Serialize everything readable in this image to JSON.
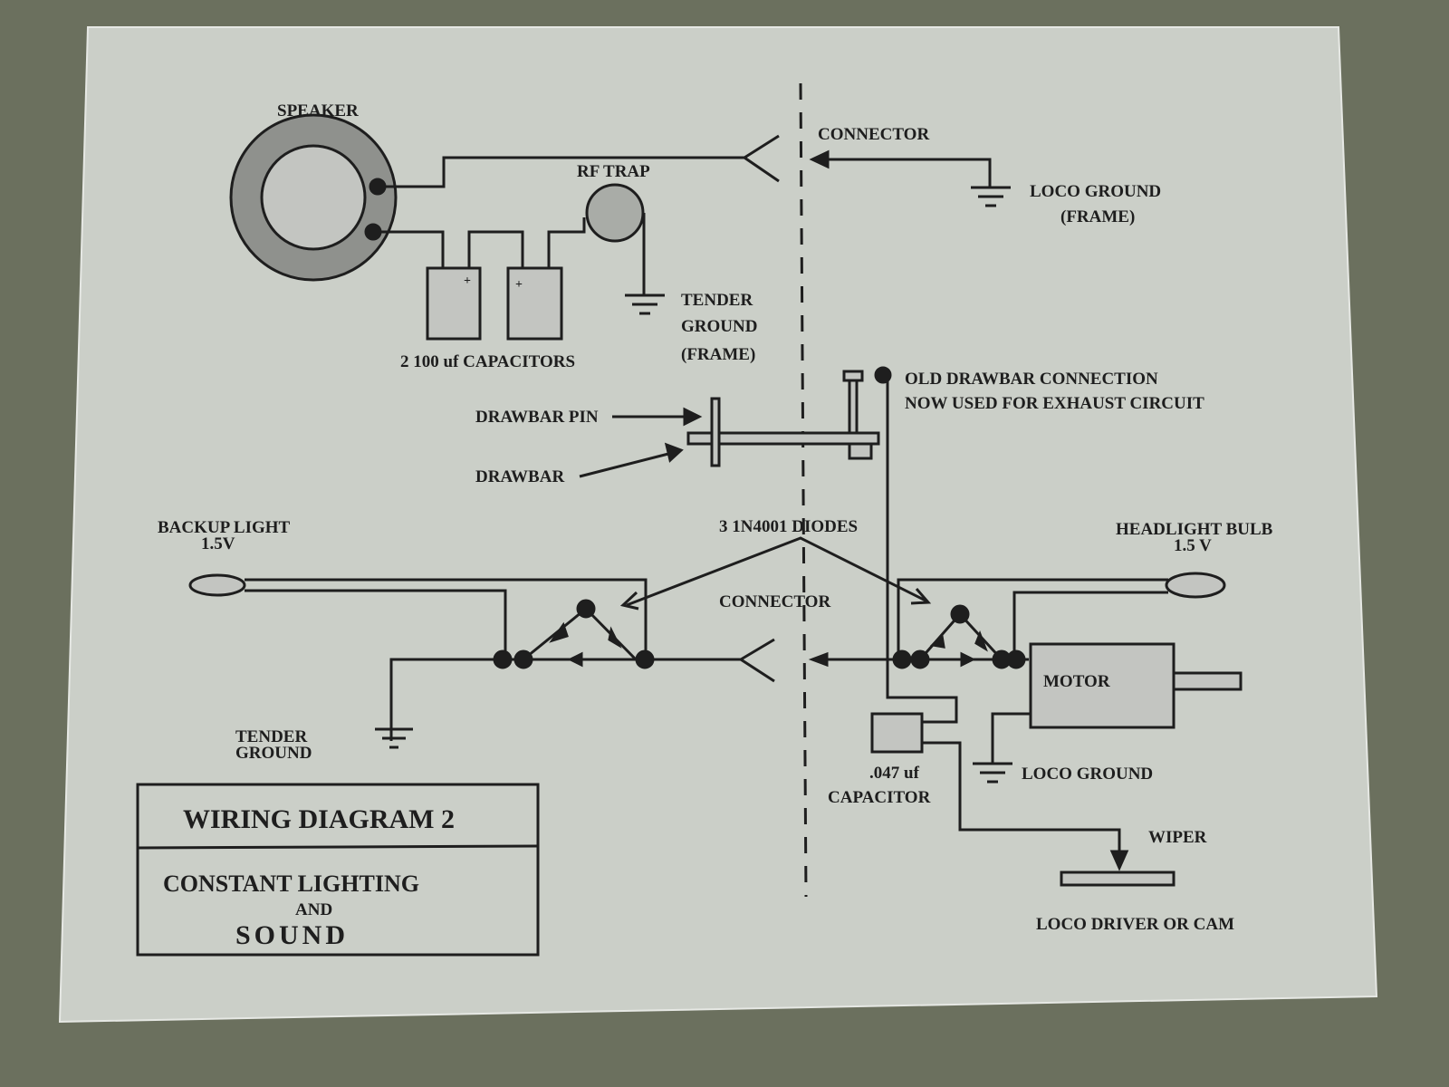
{
  "colors": {
    "background": "#6b705e",
    "paper": "#cbcfc8",
    "ink": "#1e1e1e",
    "component_fill": "#a9aca7"
  },
  "title_block": {
    "title": "WIRING DIAGRAM 2",
    "subtitle_line1": "CONSTANT LIGHTING",
    "subtitle_line2": "AND",
    "subtitle_line3": "SOUND"
  },
  "labels": {
    "speaker": "SPEAKER",
    "rf_trap": "RF TRAP",
    "connector_top": "CONNECTOR",
    "loco_ground_frame_1": "LOCO GROUND",
    "loco_ground_frame_2": "(FRAME)",
    "tender_ground_frame_1": "TENDER",
    "tender_ground_frame_2": "GROUND",
    "tender_ground_frame_3": "(FRAME)",
    "capacitors_pair": "2 100 uf CAPACITORS",
    "cap_plus": "+",
    "old_drawbar_1": "OLD DRAWBAR CONNECTION",
    "old_drawbar_2": "NOW USED FOR EXHAUST CIRCUIT",
    "drawbar_pin": "DRAWBAR PIN",
    "drawbar": "DRAWBAR",
    "backup_light_1": "BACKUP LIGHT",
    "backup_light_2": "1.5V",
    "diodes": "3 1N4001 DIODES",
    "headlight_1": "HEADLIGHT BULB",
    "headlight_2": "1.5 V",
    "connector_bottom": "CONNECTOR",
    "motor": "MOTOR",
    "tender_ground_1": "TENDER",
    "tender_ground_2": "GROUND",
    "capacitor_small_1": ".047 uf",
    "capacitor_small_2": "CAPACITOR",
    "loco_ground": "LOCO GROUND",
    "wiper": "WIPER",
    "loco_driver": "LOCO DRIVER OR CAM"
  }
}
